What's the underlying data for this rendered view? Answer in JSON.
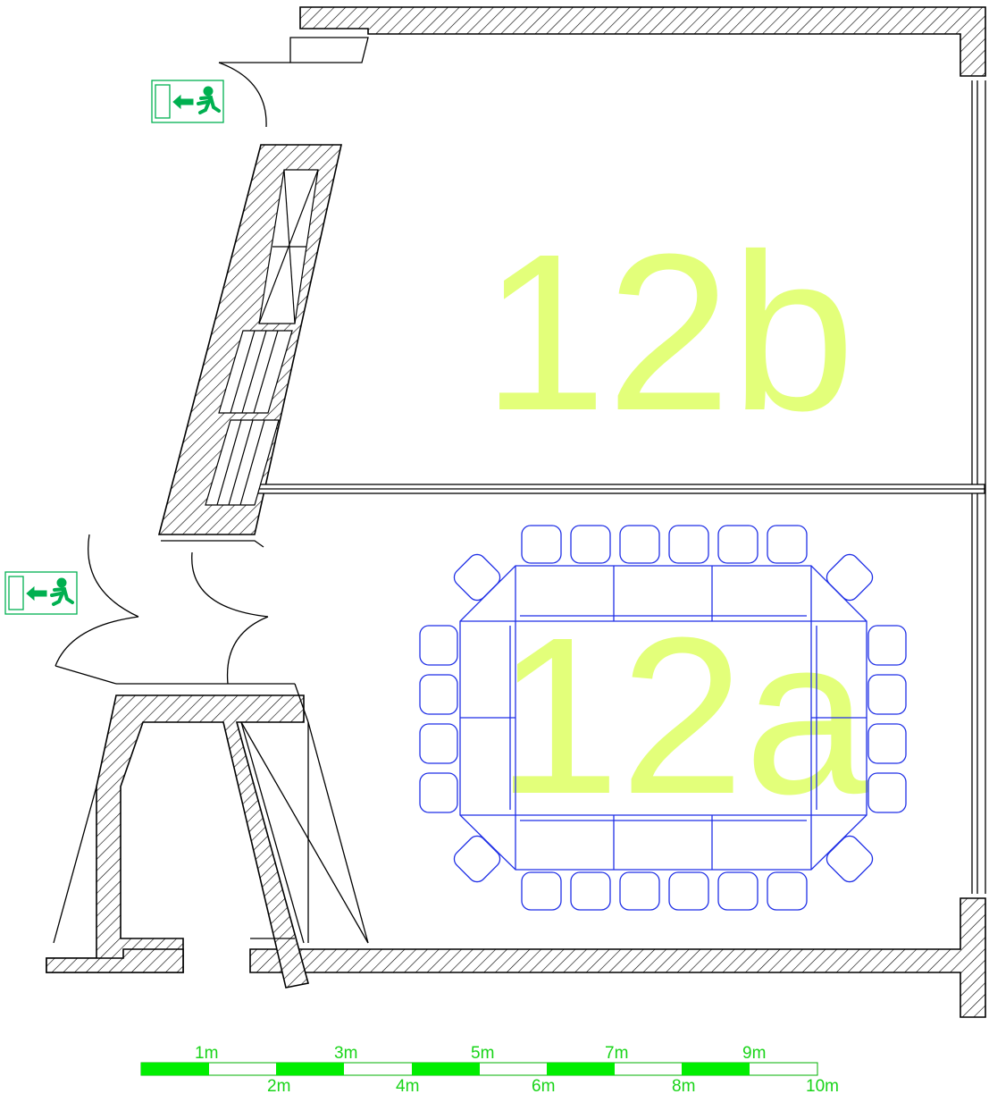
{
  "rooms": [
    {
      "label": "12b"
    },
    {
      "label": "12a"
    }
  ],
  "scale_bar": {
    "top_labels": [
      "1m",
      "3m",
      "5m",
      "7m",
      "9m"
    ],
    "bottom_labels": [
      "2m",
      "4m",
      "6m",
      "8m",
      "10m"
    ],
    "fill_color": "#00ee00"
  },
  "exit_signs": [
    {
      "icon": "emergency-exit-left-icon"
    },
    {
      "icon": "emergency-exit-left-icon"
    }
  ],
  "colors": {
    "room_label": "#e3ff7a",
    "furniture": "#1f2fe6",
    "exit_sign": "#00b050",
    "scale_text": "#18d418"
  }
}
